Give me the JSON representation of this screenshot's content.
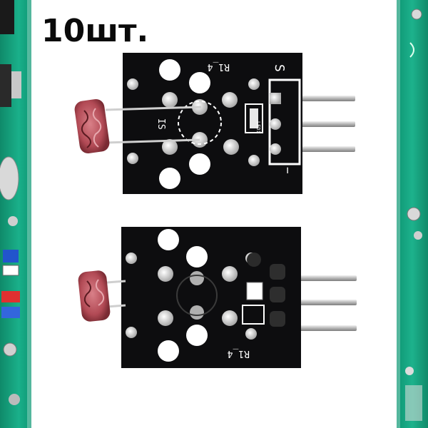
{
  "product": {
    "quantity_label": "10шт."
  },
  "module_top": {
    "ref_label": "R1_4",
    "signal_label": "S",
    "minus_label": "−",
    "led_label": "LED1",
    "ic_label": "IS"
  },
  "module_bottom": {
    "ref_label": "R1_4"
  },
  "colors": {
    "pcb_black": "#0d0d0f",
    "side_pcb_green": "#1aa882",
    "pin_metal": "#c9c9c9",
    "photoresistor": "#b8525a"
  }
}
